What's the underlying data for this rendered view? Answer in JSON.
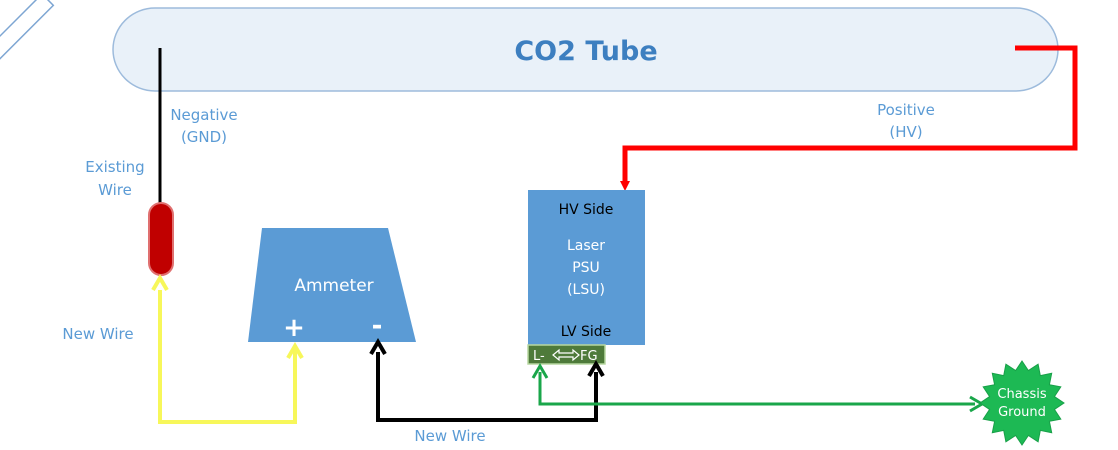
{
  "tube": {
    "label": "CO2 Tube"
  },
  "labels": {
    "negative": "Negative",
    "gnd": "(GND)",
    "positive": "Positive",
    "hv": "(HV)",
    "existing": "Existing",
    "wire": "Wire",
    "new_wire_left": "New Wire",
    "new_wire_bottom": "New Wire"
  },
  "ammeter": {
    "label": "Ammeter",
    "plus": "+",
    "minus": "-"
  },
  "psu": {
    "hv_side": "HV Side",
    "line1": "Laser",
    "line2": "PSU",
    "line3": "(LSU)",
    "lv_side": "LV Side",
    "terminal_left": "L-",
    "terminal_right": "FG"
  },
  "ground": {
    "line1": "Chassis",
    "line2": "Ground"
  },
  "colors": {
    "tube_fill": "#e9f1f9",
    "tube_stroke": "#9dbbdc",
    "box_fill": "#5b9bd5",
    "label_blue": "#5b9bd5",
    "title_blue": "#3d7fc0",
    "wire_black": "#000000",
    "wire_red": "#ff0000",
    "wire_yellow": "#f7f75a",
    "wire_green": "#1aa64a",
    "terminal_fill": "#4e7a3a",
    "ground_fill": "#1db954",
    "sleeve_fill": "#c00000"
  }
}
